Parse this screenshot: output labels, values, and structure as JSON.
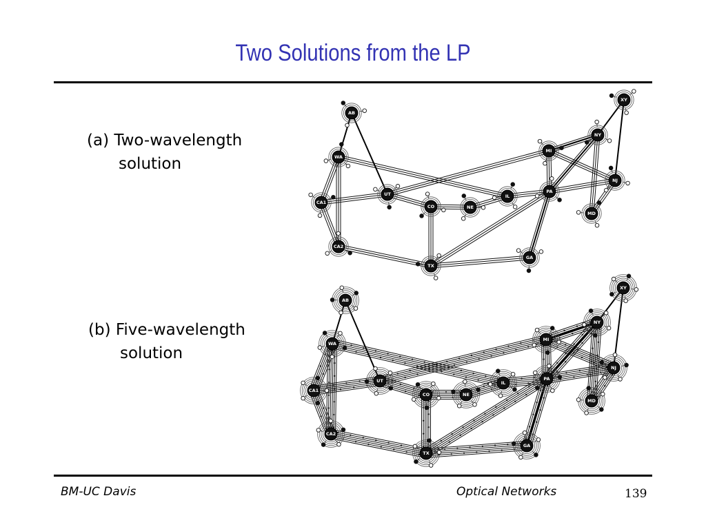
{
  "slide": {
    "title": "Two Solutions from the LP"
  },
  "diagrams": [
    {
      "caption_line1": "(a) Two-wavelength",
      "caption_line2": "solution"
    },
    {
      "caption_line1": "(b) Five-wavelength",
      "caption_line2": "solution"
    }
  ],
  "nodes": [
    "AB",
    "WA",
    "CA1",
    "CA2",
    "UT",
    "CO",
    "TX",
    "NE",
    "IL",
    "MI",
    "PA",
    "GA",
    "NY",
    "XY",
    "NJ",
    "MD"
  ],
  "footer": {
    "left": "BM-UC Davis",
    "center": "Optical Networks",
    "page": "139"
  }
}
